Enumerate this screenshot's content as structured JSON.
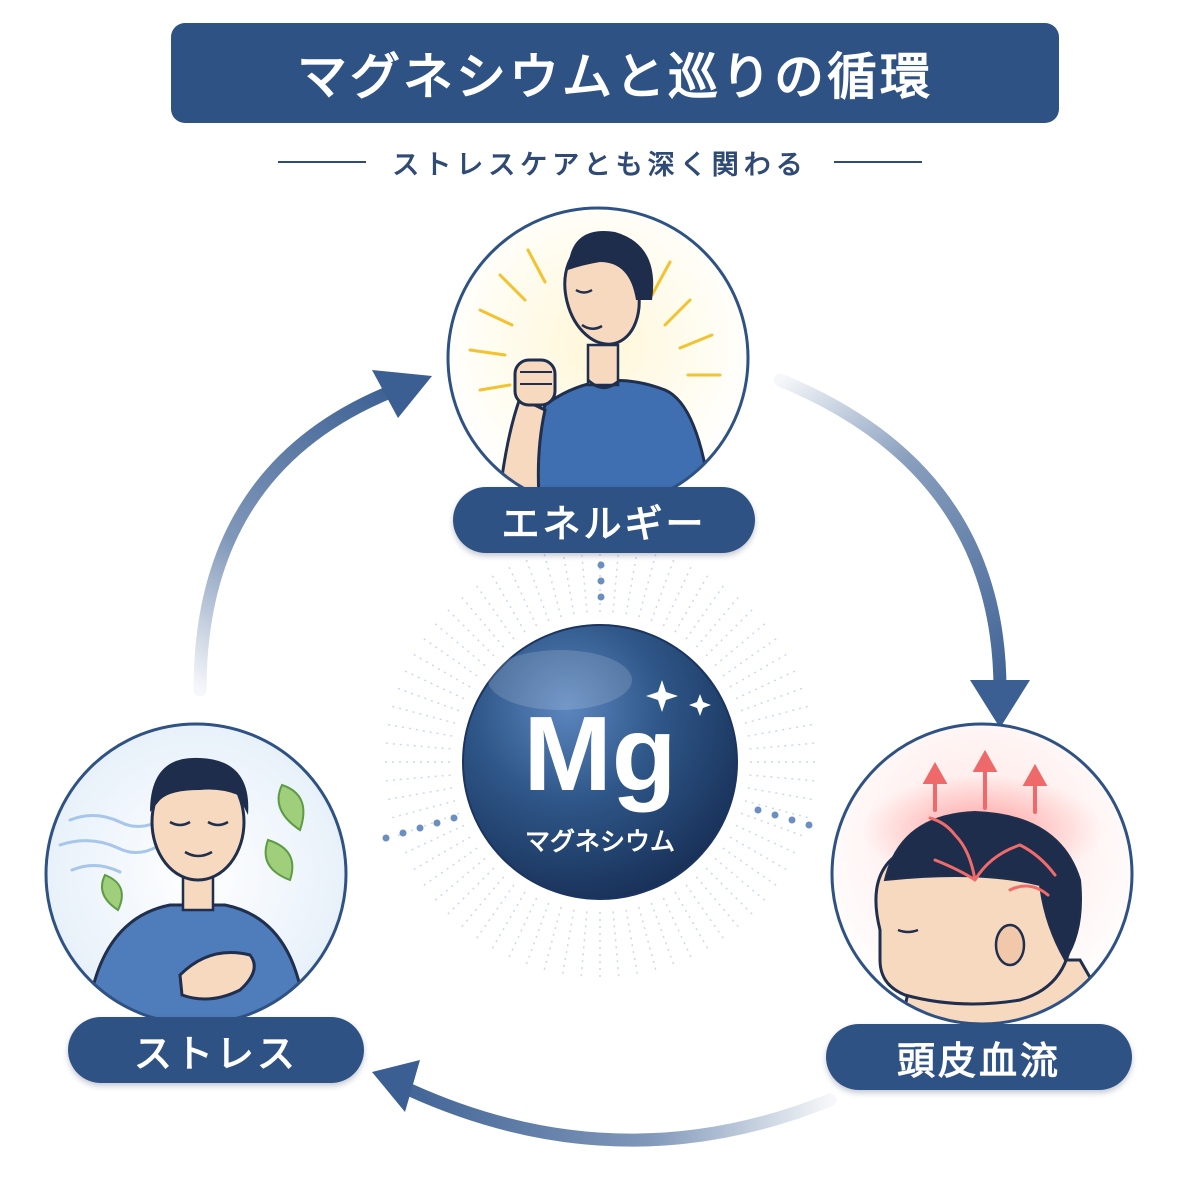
{
  "title": "マグネシウムと巡りの循環",
  "subtitle": "ストレスケアとも深く関わる",
  "center": {
    "symbol": "Mg",
    "name": "マグネシウム"
  },
  "nodes": {
    "energy": {
      "label": "エネルギー"
    },
    "scalp": {
      "label": "頭皮血流"
    },
    "stress": {
      "label": "ストレス"
    }
  },
  "colors": {
    "navy": "#2f5284",
    "arrow": "#3b5f93",
    "text_dark": "#2f4a75",
    "background": "#ffffff"
  },
  "icons": [
    "sparkle-icon",
    "leaf-icon",
    "wind-icon",
    "blood-flow-arrows-icon",
    "radiance-icon"
  ]
}
